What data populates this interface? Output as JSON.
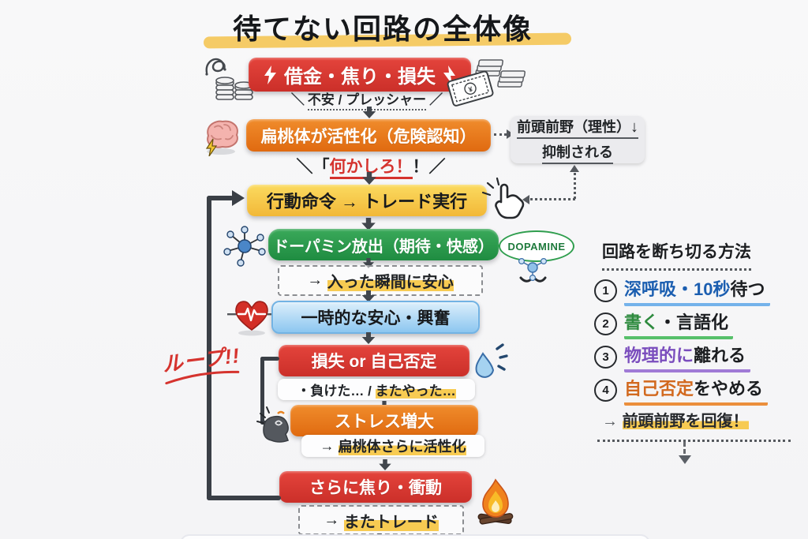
{
  "title": "待てない回路の全体像",
  "flow": {
    "trigger": "借金・焦り・損失",
    "trigger_sub_open": "＼",
    "trigger_sub": "不安 / プレッシャー",
    "trigger_sub_close": "／",
    "amygdala": "扁桃体が活性化（危険認知）",
    "shout_open": "＼「",
    "shout_main": "何かしろ！",
    "shout_close": "！／",
    "pfc_line1": "前頭前野（理性）",
    "pfc_arrow": "↓",
    "pfc_line2": "抑制される",
    "action": "行動命令 → トレード実行",
    "dopamine": "ドーパミン放出（期待・快感）",
    "dopamine_bubble": "DOPAMINE",
    "dopamine_sub_prefix": "→ ",
    "dopamine_sub": "入った瞬間に安心",
    "calm": "一時的な安心・興奮",
    "loss": "損失 or 自己否定",
    "loss_sub_prefix": "・負けた… / ",
    "loss_sub": "またやった…",
    "stress": "ストレス増大",
    "stress_sub_prefix": "→ ",
    "stress_sub": "扁桃体さらに活性化",
    "urge": "さらに焦り・衝動",
    "urge_sub_prefix": "→ ",
    "urge_sub": "またトレード",
    "loop_label": "ループ!!"
  },
  "sidebar": {
    "title": "回路を断ち切る方法",
    "items": [
      {
        "num": "1",
        "colored": "深呼吸・10秒",
        "rest": "待つ",
        "color": "#1b5eb0",
        "underline": "#74b2ea"
      },
      {
        "num": "2",
        "colored": "書く",
        "rest": "・言語化",
        "color": "#2e8b3f",
        "underline": "#57c06a"
      },
      {
        "num": "3",
        "colored": "物理的に",
        "rest": "離れる",
        "color": "#7a4dbd",
        "underline": "#a07ad6"
      },
      {
        "num": "4",
        "colored": "自己否定",
        "rest": "をやめる",
        "color": "#d2691f",
        "underline": "#eb8f3c"
      }
    ],
    "footer_prefix": "→ ",
    "footer": "前頭前野を回復！"
  },
  "colors": {
    "red_box": "#d63a31",
    "orange_box": "#e87a1e",
    "yellow_box": "#f6c93f",
    "green_box": "#2f9e4e",
    "blue_box": "#9fd0f2",
    "gray_box": "#ebebee",
    "highlight_marker": "#f7c640",
    "arrow": "#3a3f46",
    "loop_red": "#d5332e"
  }
}
